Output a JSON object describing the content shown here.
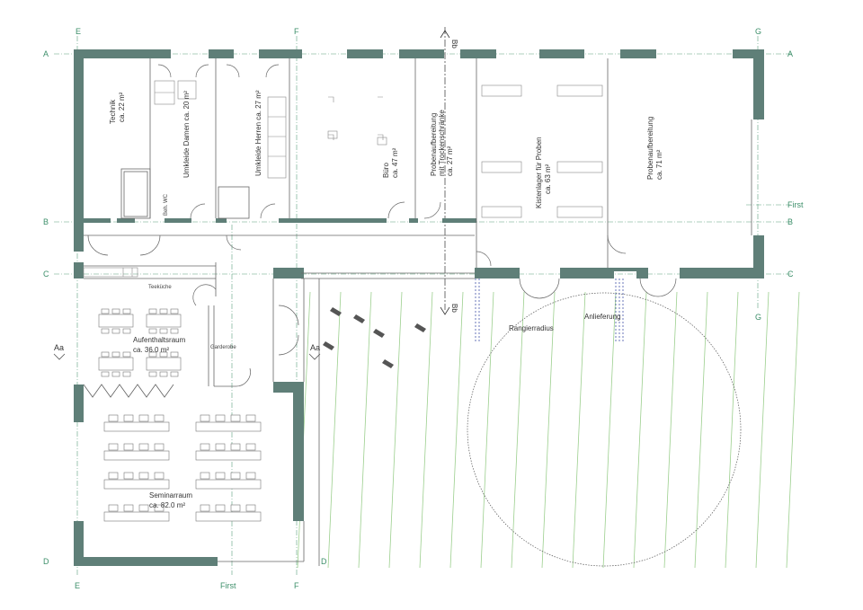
{
  "grid_labels": {
    "top": [
      "E",
      "F",
      "G"
    ],
    "bottom": [
      "E",
      "First",
      "F"
    ],
    "left": [
      "A",
      "B",
      "C",
      "D"
    ],
    "right": [
      "A",
      "B",
      "C",
      "G"
    ],
    "first_right": "First",
    "section_top": "Bb",
    "section_mid": "Bb",
    "section_left": "Aa",
    "section_mid_left": "Aa",
    "grid_d_inner": "D"
  },
  "rooms": {
    "technik": [
      "Technik",
      "ca. 22 m²"
    ],
    "umkleide_damen": "Umkleide Damen ca. 20 m²",
    "umkleide_herren": "Umkleide Herren ca. 27 m²",
    "buero": [
      "Büro",
      "ca. 47 m²"
    ],
    "probenaufbereitung_small": [
      "Probenaufbereitung",
      "mit Trockenschränke",
      "ca. 27 m²"
    ],
    "kistenlager": [
      "Kistenlager für Proben",
      "ca. 63 m²"
    ],
    "probenaufbereitung_large": [
      "Probenaufbereitung",
      "ca. 71 m²"
    ],
    "beh_wc": "Beh. WC",
    "teekueche": "Teeküche",
    "aufenthaltsraum": [
      "Aufenthaltsraum",
      "ca. 36.0 m²"
    ],
    "garderobe": "Garderobe",
    "seminarraum": [
      "Seminarraum",
      "ca. 82.0 m²"
    ]
  },
  "outdoor": {
    "rangierradius": "Rangierradius",
    "anlieferung": "Anlieferung"
  }
}
